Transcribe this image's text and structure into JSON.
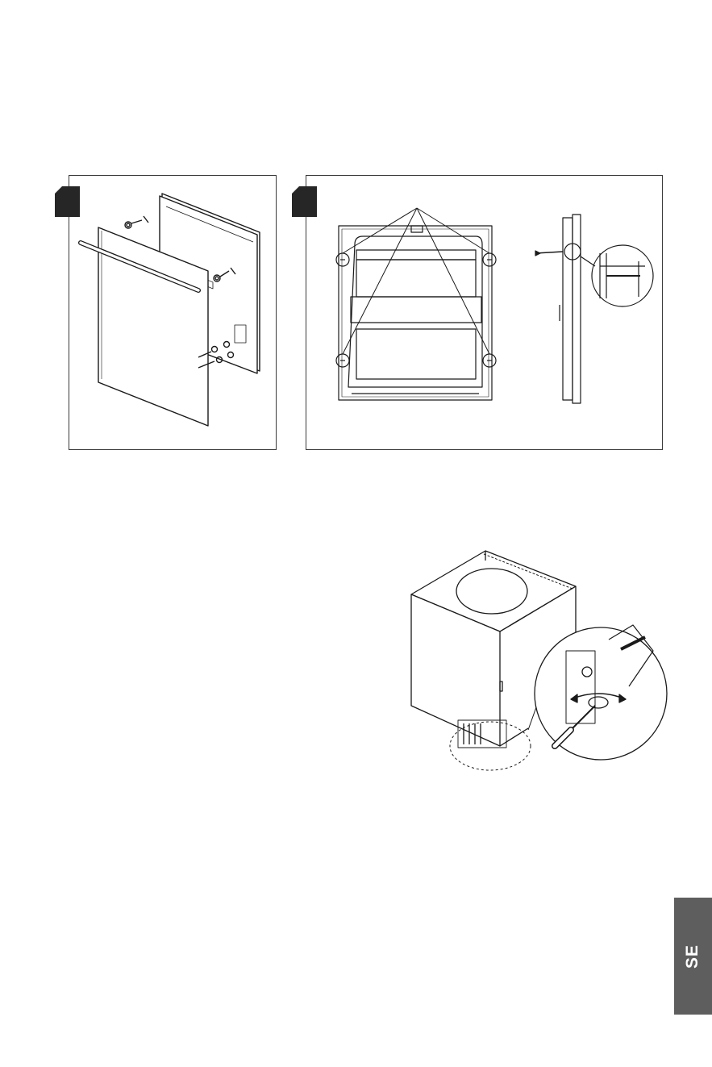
{
  "page": {
    "language_tab": "SE"
  },
  "figures": [
    {
      "id": "door-panel-mounting",
      "step_tab": "",
      "icons": [
        "door-panel-icon",
        "handle-icon",
        "screw-icon"
      ]
    },
    {
      "id": "door-hinge-screws",
      "step_tab": "",
      "icons": [
        "screw-position-icon",
        "screwdriver-icon",
        "magnifier-detail-icon"
      ]
    },
    {
      "id": "height-adjustment",
      "icons": [
        "dishwasher-icon",
        "screwdriver-icon",
        "rotation-arrow-icon"
      ]
    }
  ],
  "colors": {
    "line": "#1a1a1a",
    "step_tab": "#262626",
    "language_tab": "#5e5e5e"
  }
}
